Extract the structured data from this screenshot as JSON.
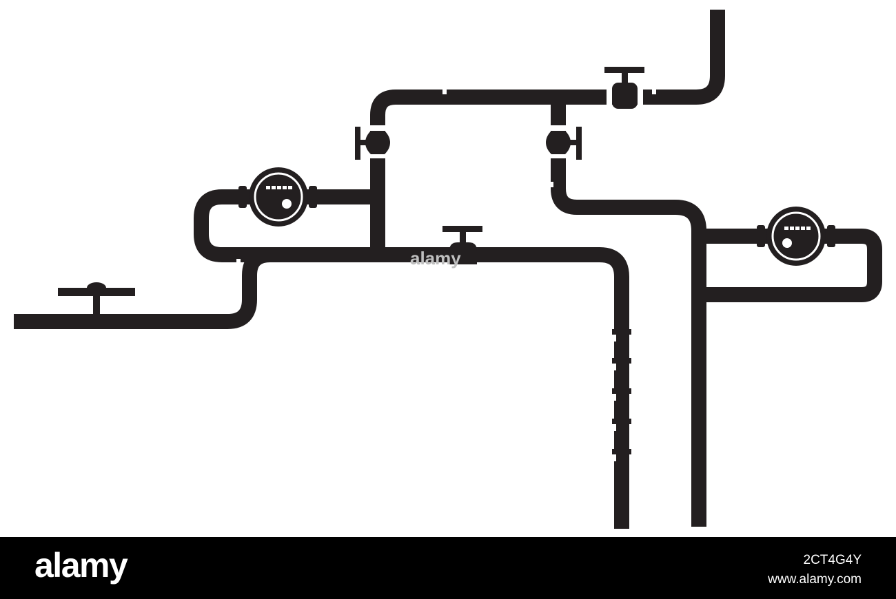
{
  "diagram": {
    "components": [
      "pipe",
      "valve",
      "valve",
      "valve",
      "valve",
      "valve",
      "water-meter",
      "water-meter"
    ],
    "colors": {
      "pipe": "#231f20",
      "background": "#ffffff",
      "footer": "#000000"
    }
  },
  "watermark": {
    "text": "alamy"
  },
  "footer": {
    "logo": "alamy",
    "image_id": "2CT4G4Y",
    "site": "www.alamy.com"
  }
}
